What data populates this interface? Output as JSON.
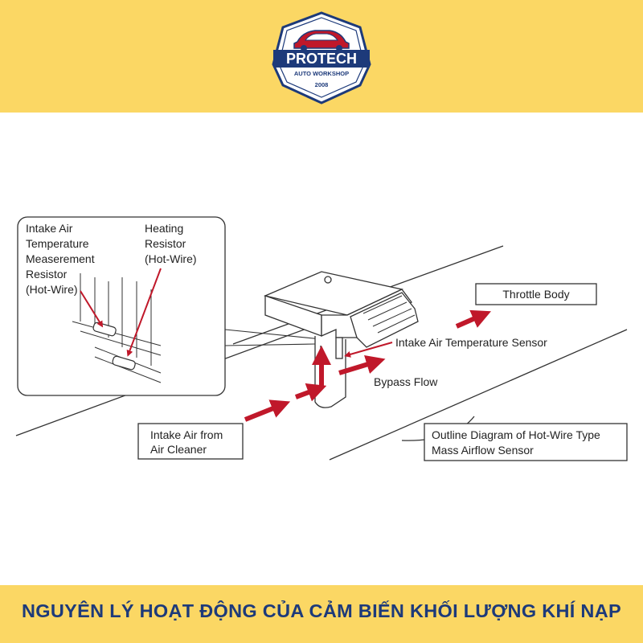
{
  "logo": {
    "brand": "PROTECH",
    "tagline": "AUTO WORKSHOP",
    "year": "2008"
  },
  "footer": {
    "title": "NGUYÊN LÝ HOẠT ĐỘNG CỦA CẢM BIẾN KHỐI LƯỢNG KHÍ NẠP"
  },
  "diagram": {
    "inset_label_left": [
      "Intake Air",
      "Temperature",
      "Measerement",
      "Resistor",
      "(Hot-Wire)"
    ],
    "inset_label_right": [
      "Heating",
      "Resistor",
      "(Hot-Wire)"
    ],
    "throttle_body": "Throttle Body",
    "intake_temp_sensor": "Intake Air Temperature Sensor",
    "bypass_flow": "Bypass Flow",
    "intake_air_from": [
      "Intake Air from",
      "Air Cleaner"
    ],
    "outline_caption": [
      "Outline Diagram of Hot-Wire Type",
      "Mass Airflow Sensor"
    ]
  },
  "colors": {
    "band": "#fbd764",
    "brand_blue": "#1d3a7a",
    "arrow_red": "#c0182a"
  }
}
